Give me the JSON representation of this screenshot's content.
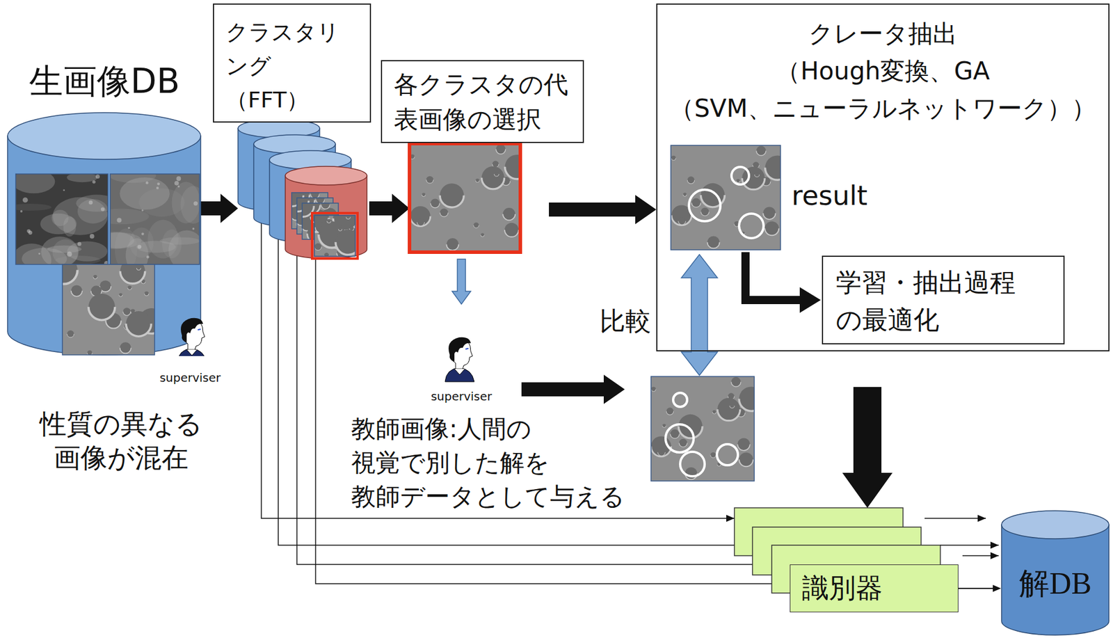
{
  "diagram": {
    "nodes": [
      {
        "text": [
          "生画像DB"
        ]
      },
      {
        "text": [
          "クラスタリ ング （FFT）"
        ]
      },
      {
        "text": [
          "各クラスタの代 表画像の選択"
        ]
      },
      {
        "text": [
          "クレータ抽出 （Hough変換、GA （SVM、ニューラルネットワーク））"
        ]
      },
      {
        "text": [
          "result"
        ],
        "in": 3
      },
      {
        "text": [
          "学習・抽出過程 の最適化"
        ],
        "in": 3
      },
      {
        "text": [
          "識別器"
        ]
      },
      {
        "text": [
          "解DB"
        ]
      }
    ],
    "edges": [
      {
        "from": 4,
        "to": 5,
        "arrow": "to"
      },
      {
        "from": 6,
        "to": 7,
        "arrow": "to"
      }
    ],
    "labels": [
      "superviser",
      "性質の異なる 画像が混在",
      "superviser",
      "教師画像:人間の 視覚で別した解を 教師データとして与える",
      "比較"
    ]
  }
}
